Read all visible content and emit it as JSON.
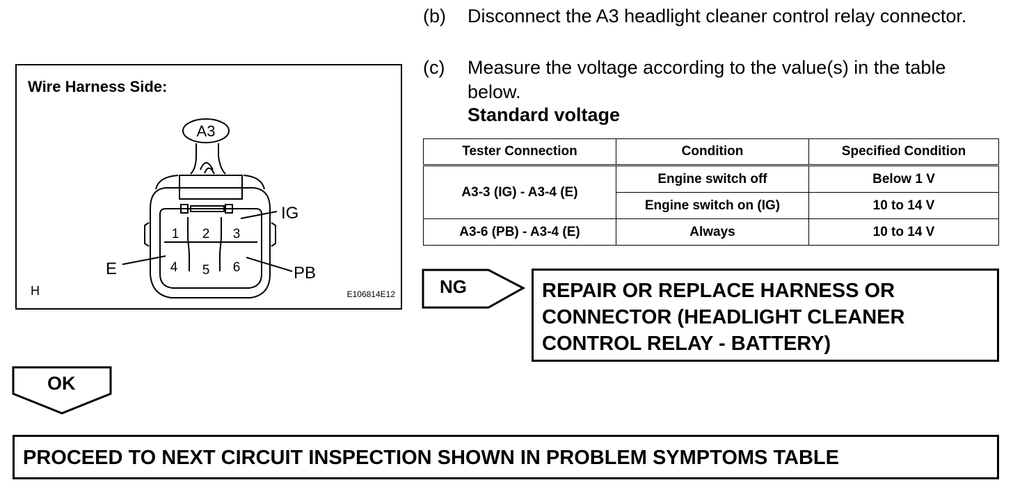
{
  "figure": {
    "title": "Wire Harness Side:",
    "connector_label": "A3",
    "pins": [
      "1",
      "2",
      "3",
      "4",
      "5",
      "6"
    ],
    "callouts": {
      "ig": "IG",
      "e": "E",
      "pb": "PB"
    },
    "corner_letter": "H",
    "image_code": "E106814E12"
  },
  "steps": [
    {
      "mark": "(b)",
      "text": "Disconnect the A3 headlight cleaner control relay connector."
    },
    {
      "mark": "(c)",
      "text": "Measure the voltage according to the value(s) in the table below."
    }
  ],
  "standard_heading": "Standard voltage",
  "table": {
    "headers": [
      "Tester Connection",
      "Condition",
      "Specified Condition"
    ],
    "rows": [
      {
        "connection": "A3-3 (IG) - A3-4 (E)",
        "condition": "Engine switch off",
        "spec": "Below 1 V"
      },
      {
        "connection": "",
        "condition": "Engine switch on (IG)",
        "spec": "10 to 14 V"
      },
      {
        "connection": "A3-6 (PB) - A3-4 (E)",
        "condition": "Always",
        "spec": "10 to 14 V"
      }
    ]
  },
  "ng": {
    "label": "NG",
    "result": "REPAIR OR REPLACE HARNESS OR CONNECTOR (HEADLIGHT CLEANER CONTROL RELAY - BATTERY)"
  },
  "ok": {
    "label": "OK"
  },
  "proceed": "PROCEED TO NEXT CIRCUIT INSPECTION SHOWN IN PROBLEM SYMPTOMS TABLE"
}
